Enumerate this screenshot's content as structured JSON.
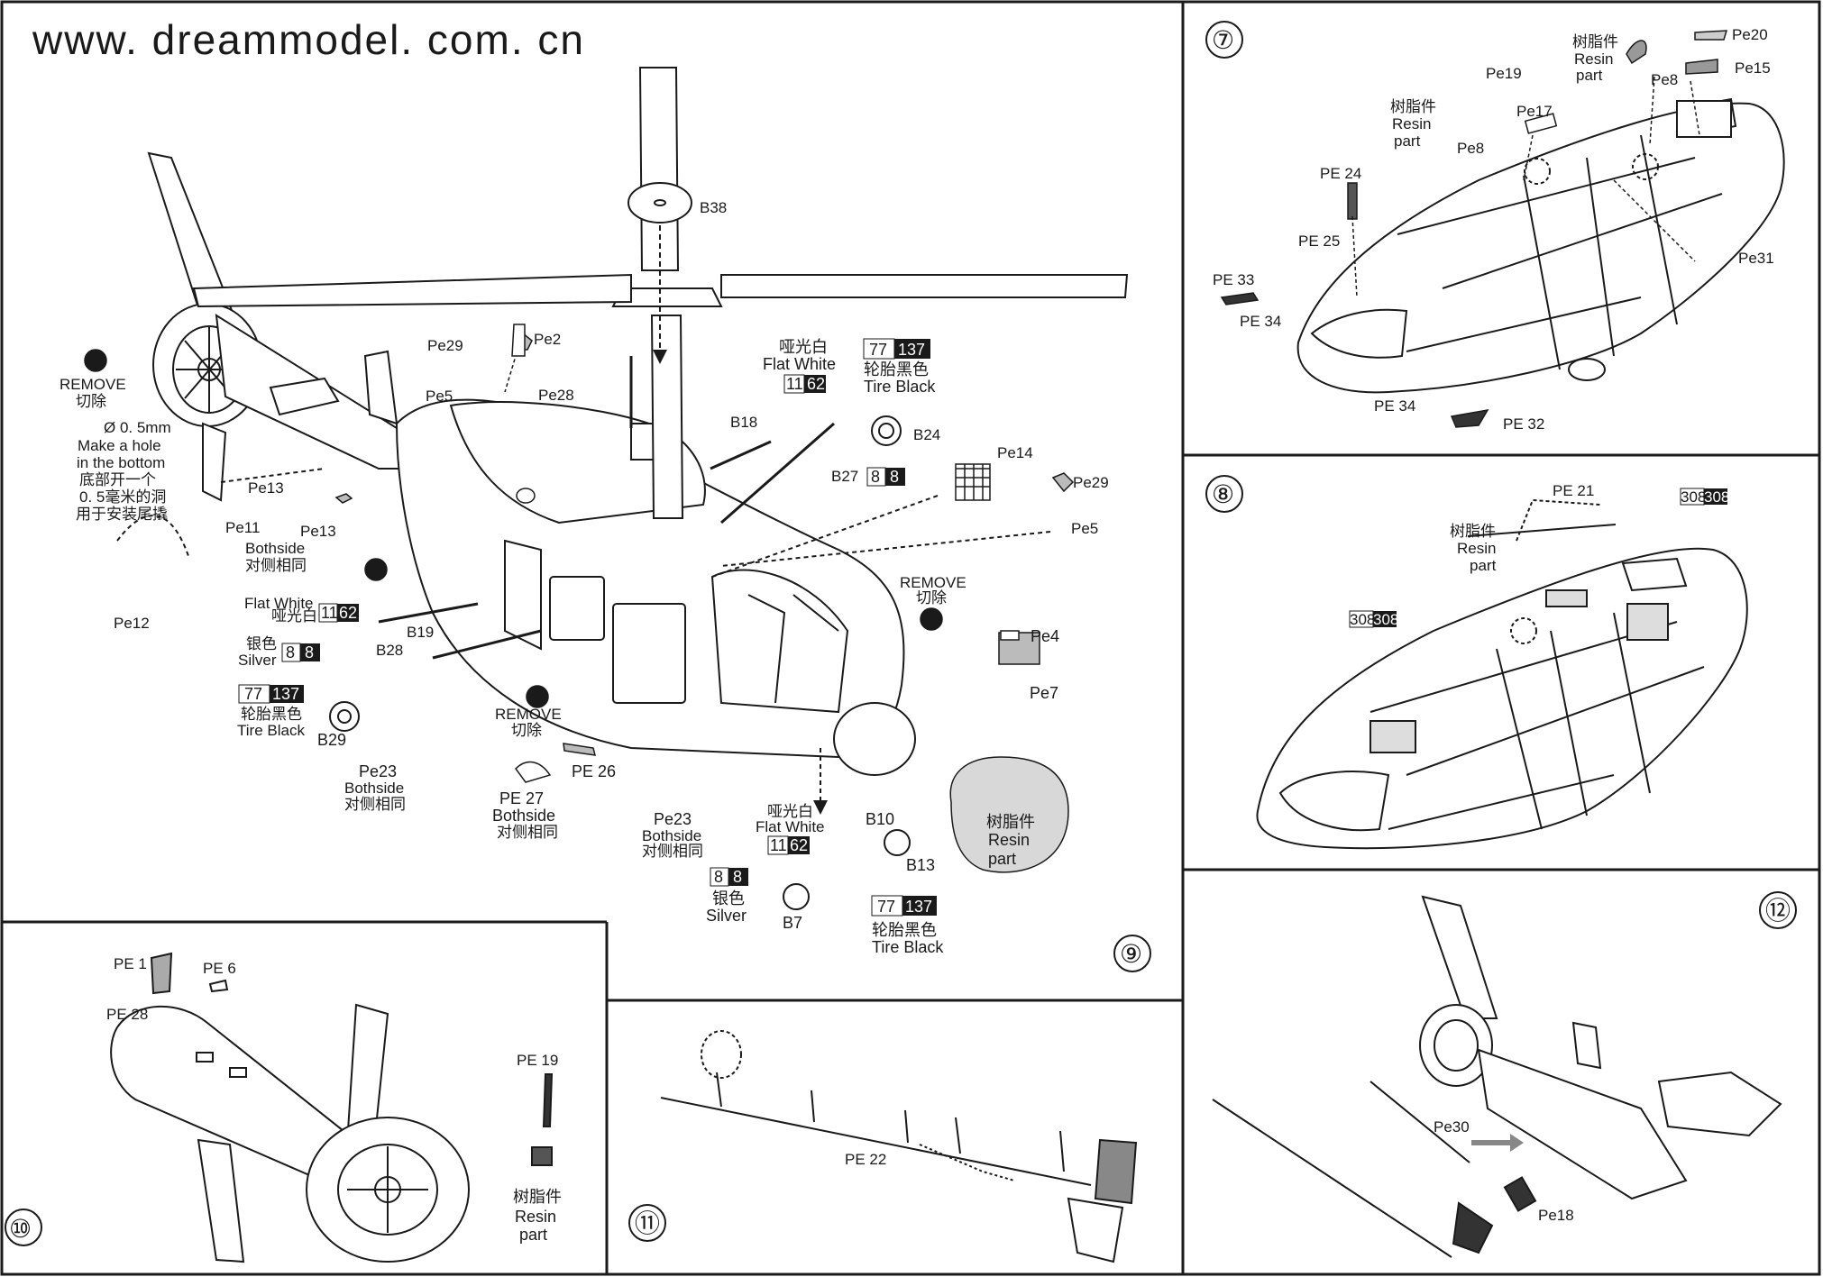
{
  "website": "www. dreammodel. com. cn",
  "steps": {
    "s7": "⑦",
    "s8": "⑧",
    "s9": "⑨",
    "s10": "⑩",
    "s11": "⑪",
    "s12": "⑫"
  },
  "step9": {
    "b38": "B38",
    "pe2": "Pe2",
    "pe29": "Pe29",
    "pe5": "Pe5",
    "pe28": "Pe28",
    "remove_en": "REMOVE",
    "remove_cn": "切除",
    "hole1": "Ø 0. 5mm",
    "hole2": "Make a hole",
    "hole3": "in the bottom",
    "hole4": "底部开一个",
    "hole5": "0. 5毫米的洞",
    "hole6": "用于安装尾撬",
    "pe13a": "Pe13",
    "pe11": "Pe11",
    "pe13b": "Pe13",
    "bothside_en": "Bothside",
    "bothside_cn": "对侧相同",
    "pe12": "Pe12",
    "flat_white_cn": "哑光白",
    "flat_white_en": "Flat White",
    "c1162a": "11",
    "c1162b": "62",
    "c77": "77",
    "c137": "137",
    "tire_cn": "轮胎黑色",
    "tire_en": "Tire Black",
    "b18": "B18",
    "b24": "B24",
    "b27": "B27",
    "c8a": "8",
    "c8b": "8",
    "pe14": "Pe14",
    "pe29r": "Pe29",
    "pe5r": "Pe5",
    "fw_left_en": "Flat White",
    "fw_left_cn": "哑光白",
    "c11l": "11",
    "c62l": "62",
    "b19": "B19",
    "b28": "B28",
    "silver_cn": "银色",
    "silver_en": "Silver",
    "c8l1": "8",
    "c8l2": "8",
    "c77l": "77",
    "c137l": "137",
    "tire_l_cn": "轮胎黑色",
    "tire_l_en": "Tire Black",
    "b29": "B29",
    "pe23": "Pe23",
    "pe23_en": "Bothside",
    "pe23_cn": "对侧相同",
    "remove2_en": "REMOVE",
    "remove2_cn": "切除",
    "remove3_en": "REMOVE",
    "remove3_cn": "切除",
    "pe4": "Pe4",
    "pe7": "Pe7",
    "resin_cn": "树脂件",
    "resin_en1": "Resin",
    "resin_en2": "part",
    "pe26": "PE 26",
    "pe27": "PE 27",
    "pe27_en": "Bothside",
    "pe27_cn": "对侧相同",
    "pe23b": "Pe23",
    "pe23b_en": "Bothside",
    "pe23b_cn": "对侧相同",
    "fw2_cn": "哑光白",
    "fw2_en": "Flat White",
    "c11b": "11",
    "c62b": "62",
    "b10": "B10",
    "b13": "B13",
    "c8c": "8",
    "c8d": "8",
    "silver2_cn": "银色",
    "silver2_en": "Silver",
    "b7": "B7",
    "c77b": "77",
    "c137b": "137",
    "tire2_cn": "轮胎黑色",
    "tire2_en": "Tire Black"
  },
  "step7": {
    "resin_cn": "树脂件",
    "resin_en1": "Resin",
    "resin_en2": "part",
    "pe20": "Pe20",
    "pe15": "Pe15",
    "pe19": "Pe19",
    "pe8a": "Pe8",
    "pe17": "Pe17",
    "resin2_cn": "树脂件",
    "resin2_en1": "Resin",
    "resin2_en2": "part",
    "pe8b": "Pe8",
    "pe24": "PE 24",
    "pe25": "PE 25",
    "pe31": "Pe31",
    "pe33": "PE 33",
    "pe34a": "PE 34",
    "pe34b": "PE 34",
    "pe32": "PE 32"
  },
  "step8": {
    "pe21": "PE 21",
    "c308a": "308",
    "c308b": "308",
    "c308c": "308",
    "c308d": "308",
    "resin_cn": "树脂件",
    "resin_en1": "Resin",
    "resin_en2": "part"
  },
  "step10": {
    "pe1": "PE 1",
    "pe6": "PE 6",
    "pe28": "PE 28",
    "pe19": "PE 19",
    "resin_cn": "树脂件",
    "resin_en1": "Resin",
    "resin_en2": "part"
  },
  "step11": {
    "pe22": "PE 22"
  },
  "step12": {
    "pe30": "Pe30",
    "pe18": "Pe18"
  }
}
